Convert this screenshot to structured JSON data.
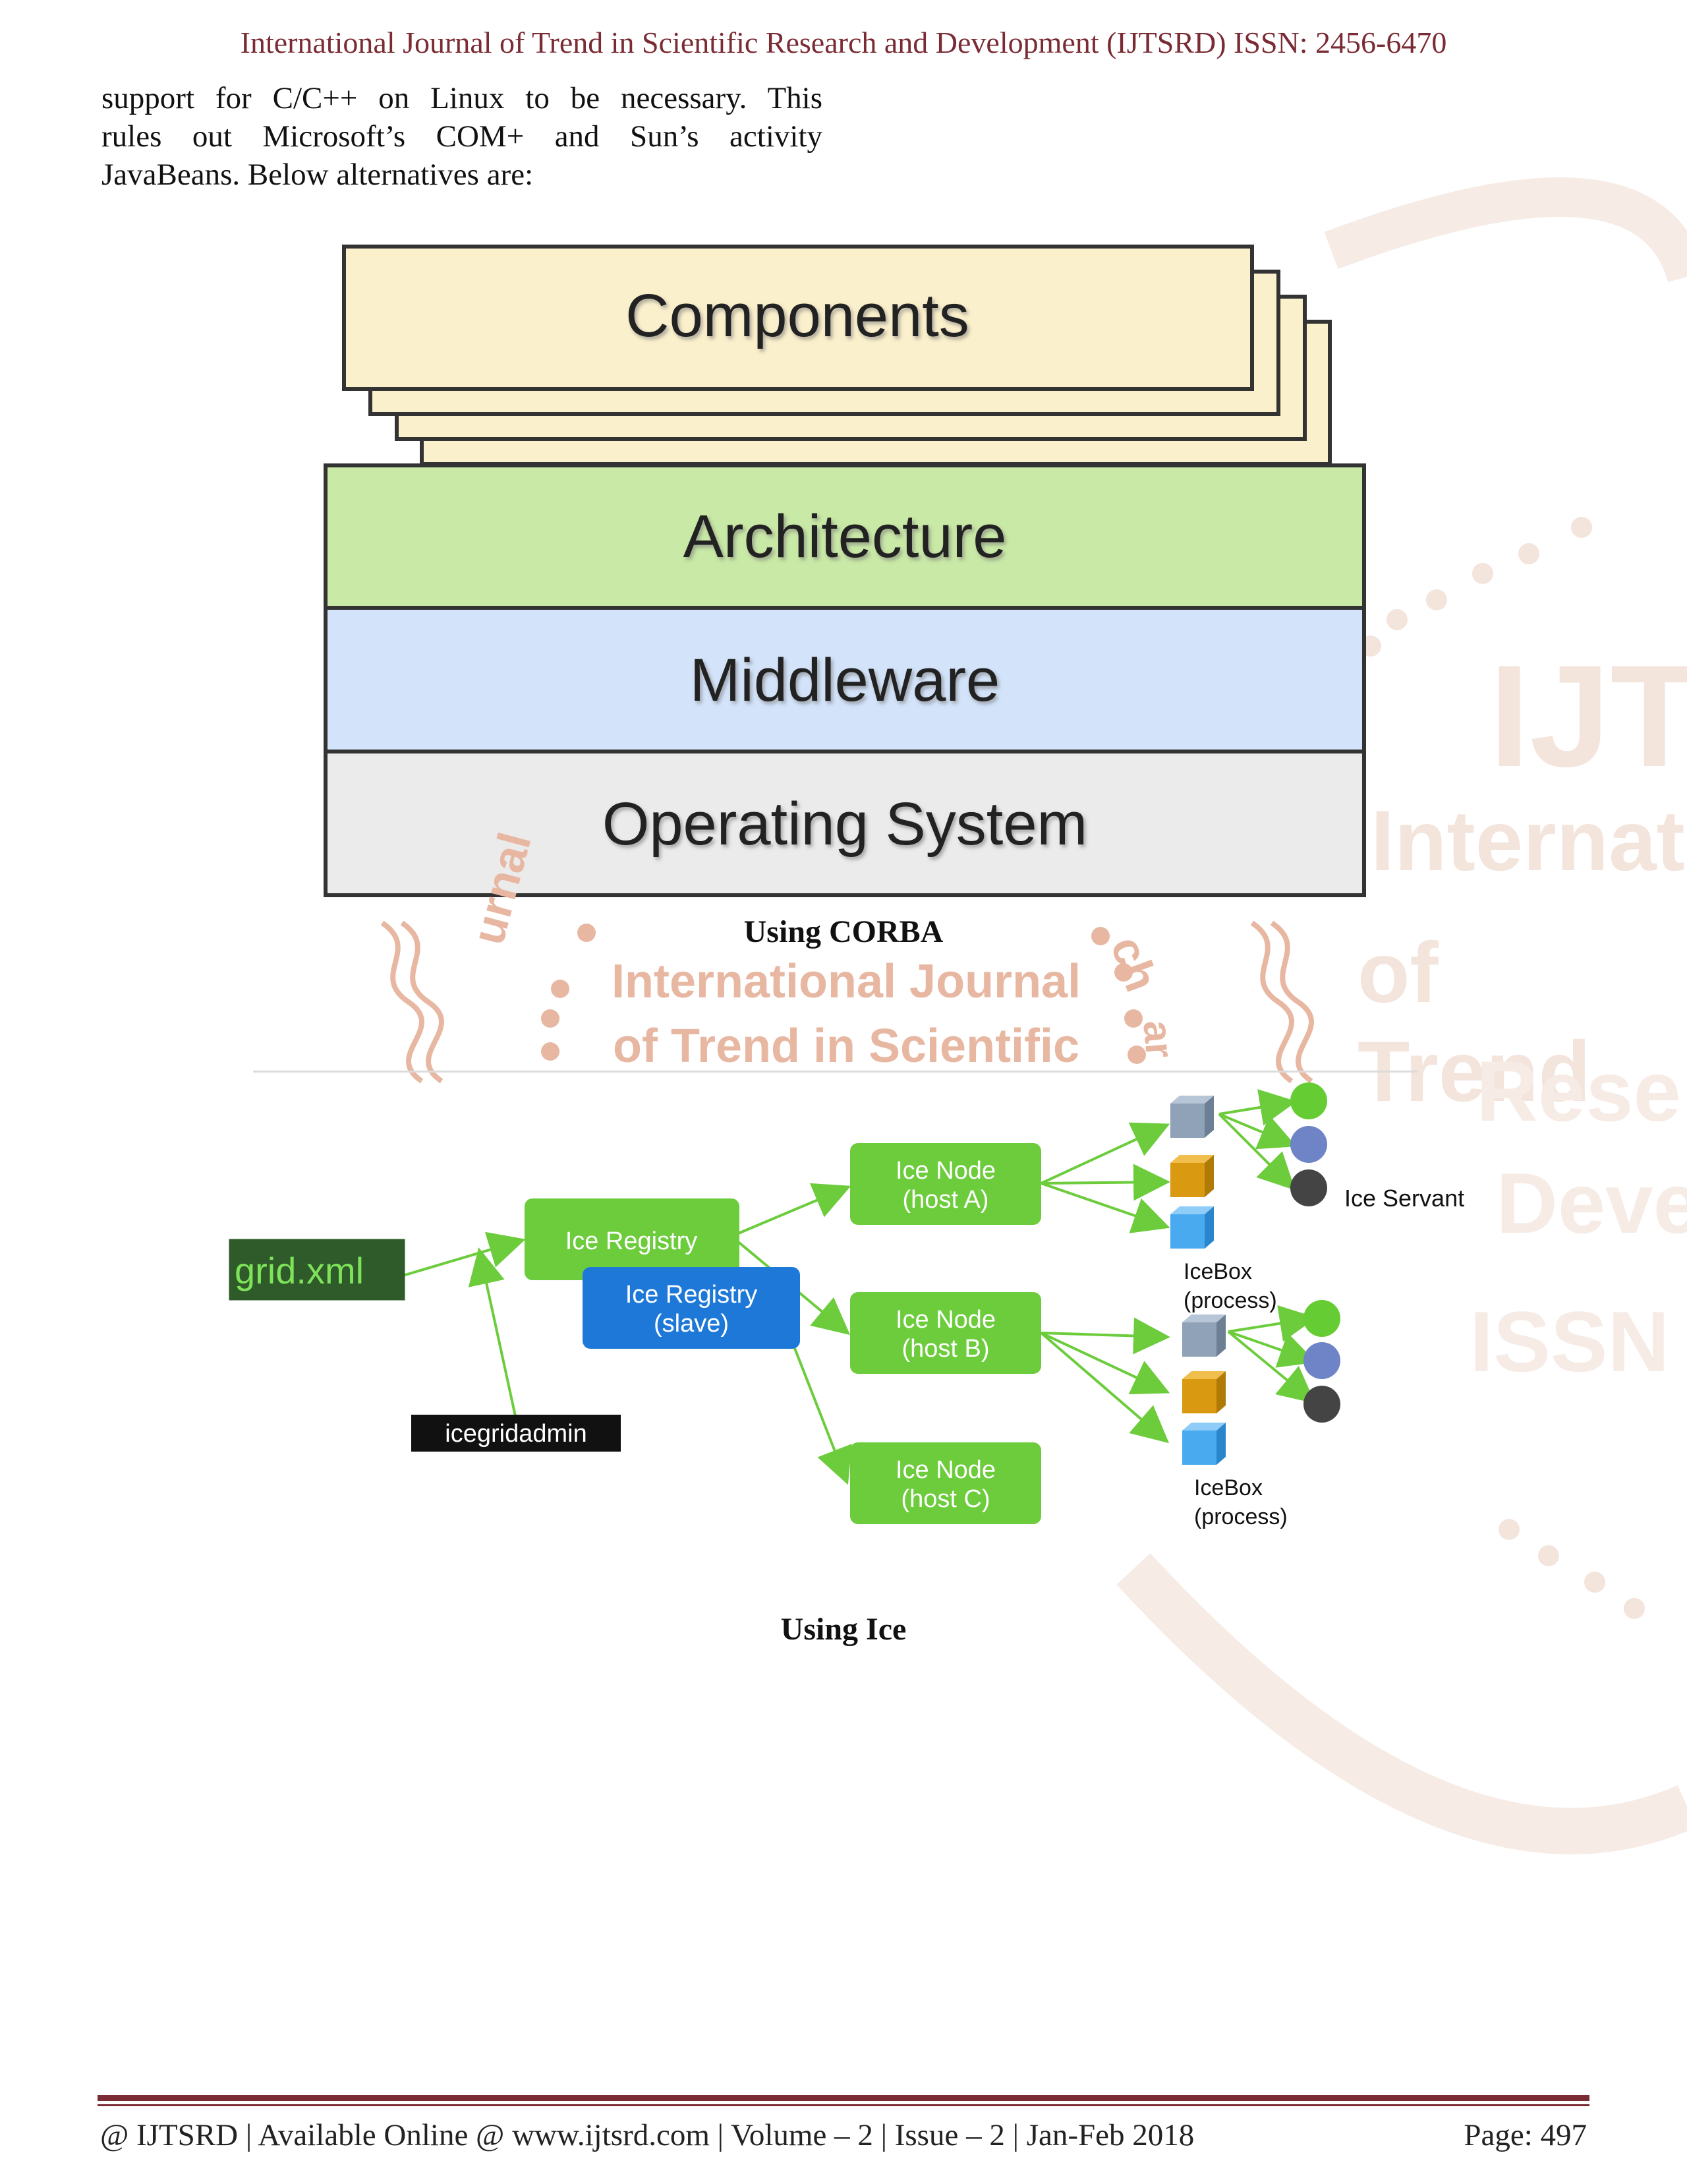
{
  "header": {
    "journal_line": "International Journal of Trend in Scientific Research and Development (IJTSRD) ISSN: 2456-6470"
  },
  "body": {
    "lines": [
      "support for C/C++ on Linux to be necessary. This",
      "rules out Microsoft’s COM+ and Sun’s activity",
      "JavaBeans. Below alternatives are:"
    ]
  },
  "figure1": {
    "layers": [
      "Components",
      "Architecture",
      "Middleware",
      "Operating System"
    ],
    "caption": "Using CORBA",
    "colors": {
      "components": "#fbf0cc",
      "architecture": "#c9e9a6",
      "middleware": "#d3e3fa",
      "os": "#ebebeb"
    }
  },
  "watermark": {
    "line1": "International Journal",
    "line2": "of Trend in Scientific",
    "side_labels": [
      "IJT",
      "Internati",
      "of Trend",
      "Rese",
      "Deve",
      "ISSN"
    ],
    "arc_left": "urnal",
    "arc_right": "ch",
    "arc_right2": "ar",
    "color": "#e7b7a2"
  },
  "figure2": {
    "grid_xml": "grid.xml",
    "ice_registry": "Ice Registry",
    "ice_registry_slave_line1": "Ice Registry",
    "ice_registry_slave_line2": "(slave)",
    "icegridadmin": "icegridadmin",
    "nodes": [
      {
        "line1": "Ice Node",
        "line2": "(host A)"
      },
      {
        "line1": "Ice Node",
        "line2": "(host B)"
      },
      {
        "line1": "Ice Node",
        "line2": "(host C)"
      }
    ],
    "icebox_a_line1": "IceBox",
    "icebox_a_line2": "(process)",
    "icebox_b_line1": "IceBox",
    "icebox_b_line2": "(process)",
    "ice_servant": "Ice Servant",
    "caption": "Using Ice",
    "colors": {
      "green": "#6ccc3c",
      "blue": "#1e78d8",
      "servant_green": "#66cc33",
      "servant_blue": "#6f83c7",
      "servant_dark": "#444444"
    }
  },
  "footer": {
    "left": "@ IJTSRD | Available Online @ www.ijtsrd.com | Volume – 2 | Issue – 2 | Jan-Feb 2018",
    "page": "Page: 497"
  }
}
